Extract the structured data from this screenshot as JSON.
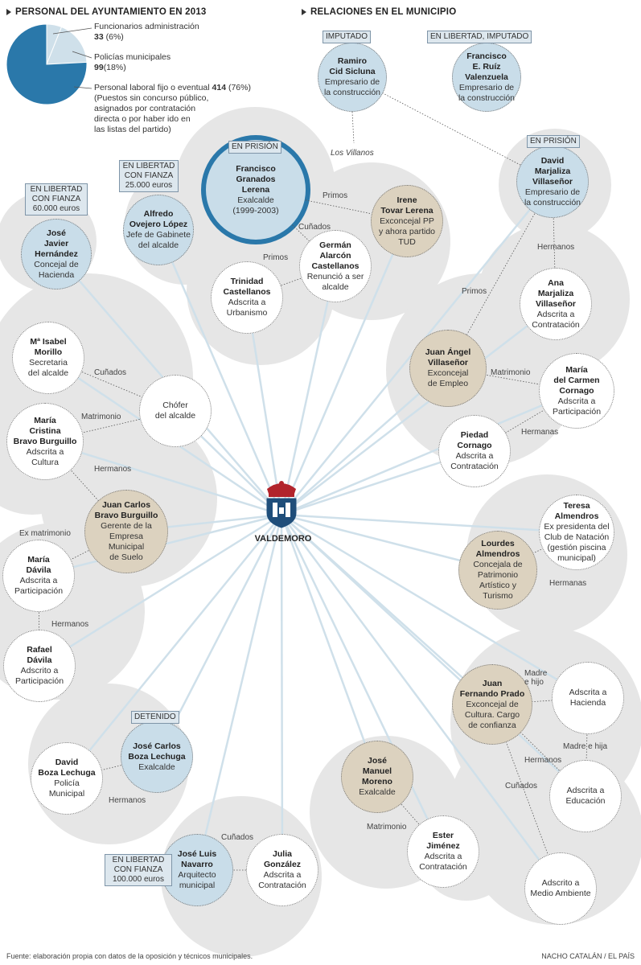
{
  "left_section": {
    "title": "PERSONAL DEL AYUNTAMIENTO EN 2013",
    "pie": [
      {
        "label": "Funcionarios administración",
        "value_text": "33",
        "pct_text": "(6%)",
        "value": 33,
        "color": "#cfe0ea"
      },
      {
        "label": "Policías municipales",
        "value_text": "99",
        "pct_text": "(18%)",
        "value": 99,
        "color": "#cfe0ea"
      },
      {
        "label": "Personal laboral fijo o eventual",
        "value_text": "414",
        "pct_text": "(76%)",
        "value": 414,
        "color": "#2a78aa"
      }
    ],
    "note": [
      "(Puestos sin concurso público,",
      "asignados por contratación",
      "directa o por haber ido en",
      "las listas del partido)"
    ]
  },
  "right_section": {
    "title": "RELACIONES EN EL MUNICIPIO"
  },
  "center": {
    "label": "VALDEMORO"
  },
  "colors": {
    "blue_node": "#c9dde9",
    "tan_node": "#dcd2bf",
    "ring": "#2a78aa",
    "spoke": "#cfe0ea",
    "halo": "#e6e6e6"
  },
  "nodes": {
    "ramiro": {
      "name": [
        "Ramiro",
        "Cid Sicluna"
      ],
      "desc": [
        "Empresario de",
        "la construcción"
      ]
    },
    "ruiz": {
      "name": [
        "Francisco",
        "E. Ruíz",
        "Valenzuela"
      ],
      "desc": [
        "Empresario de",
        "la construcción"
      ]
    },
    "granados": {
      "name": [
        "Francisco",
        "Granados",
        "Lerena"
      ],
      "desc": [
        "Exalcalde",
        "(1999-2003)"
      ]
    },
    "marjaliza": {
      "name": [
        "David",
        "Marjaliza",
        "Villaseñor"
      ],
      "desc": [
        "Empresario de",
        "la construcción"
      ]
    },
    "alfredo": {
      "name": [
        "Alfredo",
        "Ovejero López"
      ],
      "desc": [
        "Jefe de Gabinete",
        "del alcalde"
      ]
    },
    "jose_javier": {
      "name": [
        "José",
        "Javier",
        "Hernández"
      ],
      "desc": [
        "Concejal de",
        "Hacienda"
      ]
    },
    "irene": {
      "name": [
        "Irene",
        "Tovar Lerena"
      ],
      "desc": [
        "Exconcejal PP",
        "y ahora partido",
        "TUD"
      ]
    },
    "german": {
      "name": [
        "Germán",
        "Alarcón",
        "Castellanos"
      ],
      "desc": [
        "Renunció a ser",
        "alcalde"
      ]
    },
    "trinidad": {
      "name": [
        "Trinidad",
        "Castellanos"
      ],
      "desc": [
        "Adscrita a",
        "Urbanismo"
      ]
    },
    "ana": {
      "name": [
        "Ana",
        "Marjaliza",
        "Villaseñor"
      ],
      "desc": [
        "Adscrita a",
        "Contratación"
      ]
    },
    "isabel": {
      "name": [
        "Mª Isabel",
        "Morillo"
      ],
      "desc": [
        "Secretaria",
        "del alcalde"
      ]
    },
    "chofer": {
      "name": [],
      "desc": [
        "Chófer",
        "del alcalde"
      ]
    },
    "juan_angel": {
      "name": [
        "Juan Ángel",
        "Villaseñor"
      ],
      "desc": [
        "Exconcejal",
        "de Empleo"
      ]
    },
    "maria_carmen": {
      "name": [
        "María",
        "del Carmen",
        "Cornago"
      ],
      "desc": [
        "Adscrita a",
        "Participación"
      ]
    },
    "piedad": {
      "name": [
        "Piedad",
        "Cornago"
      ],
      "desc": [
        "Adscrita a",
        "Contratación"
      ]
    },
    "maria_cristina": {
      "name": [
        "María",
        "Cristina",
        "Bravo Burguillo"
      ],
      "desc": [
        "Adscrita a",
        "Cultura"
      ]
    },
    "juan_carlos": {
      "name": [
        "Juan Carlos",
        "Bravo Burguillo"
      ],
      "desc": [
        "Gerente de la",
        "Empresa",
        "Municipal",
        "de Suelo"
      ]
    },
    "teresa": {
      "name": [
        "Teresa",
        "Almendros"
      ],
      "desc": [
        "Ex presidenta del",
        "Club de Natación",
        "(gestión piscina",
        "municipal)"
      ]
    },
    "lourdes": {
      "name": [
        "Lourdes",
        "Almendros"
      ],
      "desc": [
        "Concejala de",
        "Patrimonio",
        "Artístico y",
        "Turismo"
      ]
    },
    "maria_davila": {
      "name": [
        "María",
        "Dávila"
      ],
      "desc": [
        "Adscrita a",
        "Participación"
      ]
    },
    "rafael": {
      "name": [
        "Rafael",
        "Dávila"
      ],
      "desc": [
        "Adscrito a",
        "Participación"
      ]
    },
    "juan_fernando": {
      "name": [
        "Juan",
        "Fernando Prado"
      ],
      "desc": [
        "Exconcejal de",
        "Cultura. Cargo",
        "de confianza"
      ]
    },
    "hacienda": {
      "name": [],
      "desc": [
        "Adscrita a",
        "Hacienda"
      ]
    },
    "educacion": {
      "name": [],
      "desc": [
        "Adscrita a",
        "Educación"
      ]
    },
    "medio": {
      "name": [],
      "desc": [
        "Adscrito a",
        "Medio Ambiente"
      ]
    },
    "jose_carlos": {
      "name": [
        "José Carlos",
        "Boza Lechuga"
      ],
      "desc": [
        "Exalcalde"
      ]
    },
    "david_boza": {
      "name": [
        "David",
        "Boza Lechuga"
      ],
      "desc": [
        "Policía",
        "Municipal"
      ]
    },
    "jose_manuel": {
      "name": [
        "José",
        "Manuel",
        "Moreno"
      ],
      "desc": [
        "Exalcalde"
      ]
    },
    "ester": {
      "name": [
        "Ester",
        "Jiménez"
      ],
      "desc": [
        "Adscrita a",
        "Contratación"
      ]
    },
    "jose_luis": {
      "name": [
        "José Luis",
        "Navarro"
      ],
      "desc": [
        "Arquitecto",
        "municipal"
      ]
    },
    "julia": {
      "name": [
        "Julia",
        "González"
      ],
      "desc": [
        "Adscrita a",
        "Contratación"
      ]
    }
  },
  "statuses": {
    "imputado": "IMPUTADO",
    "libertad_imputado": "EN LIBERTAD, IMPUTADO",
    "prision_granados": "EN PRISIÓN",
    "prision_marjaliza": "EN PRISIÓN",
    "fianza_alfredo": [
      "EN LIBERTAD",
      "CON FIANZA",
      "25.000 euros"
    ],
    "fianza_jose_javier": [
      "EN LIBERTAD",
      "CON FIANZA",
      "60.000 euros"
    ],
    "detenido": "DETENIDO",
    "fianza_jose_luis": [
      "EN LIBERTAD",
      "CON FIANZA",
      "100.000 euros"
    ]
  },
  "relations": {
    "villanos": "Los Villanos",
    "primos_granados_irene": "Primos",
    "cunados_granados_german": "Cuñados",
    "primos_german_trinidad": "Primos",
    "hermanos_marjaliza_ana": "Hermanos",
    "primos_marjaliza_juanangel": "Primos",
    "cunados_isabel_chofer": "Cuñados",
    "matrimonio_chofer_cristina": "Matrimonio",
    "matrimonio_juanangel_carmen": "Matrimonio",
    "hermanas_carmen_piedad": "Hermanas",
    "hermanos_cristina_juancarlos": "Hermanos",
    "exmatrimonio": "Ex matrimonio",
    "hermanas_teresa_lourdes": "Hermanas",
    "hermanos_davila": "Hermanos",
    "madre_hijo": [
      "Madre",
      "e hijo"
    ],
    "madre_hija": "Madre e hija",
    "hermanos_prado": "Hermanos",
    "cunados_prado": "Cuñados",
    "hermanos_boza": "Hermanos",
    "matrimonio_moreno_ester": "Matrimonio",
    "cunados_navarro_julia": "Cuñados"
  },
  "footer": {
    "source": "Fuente: elaboración propia con datos de la oposición y técnicos municipales.",
    "credit": "NACHO CATALÁN / EL PAÍS"
  }
}
